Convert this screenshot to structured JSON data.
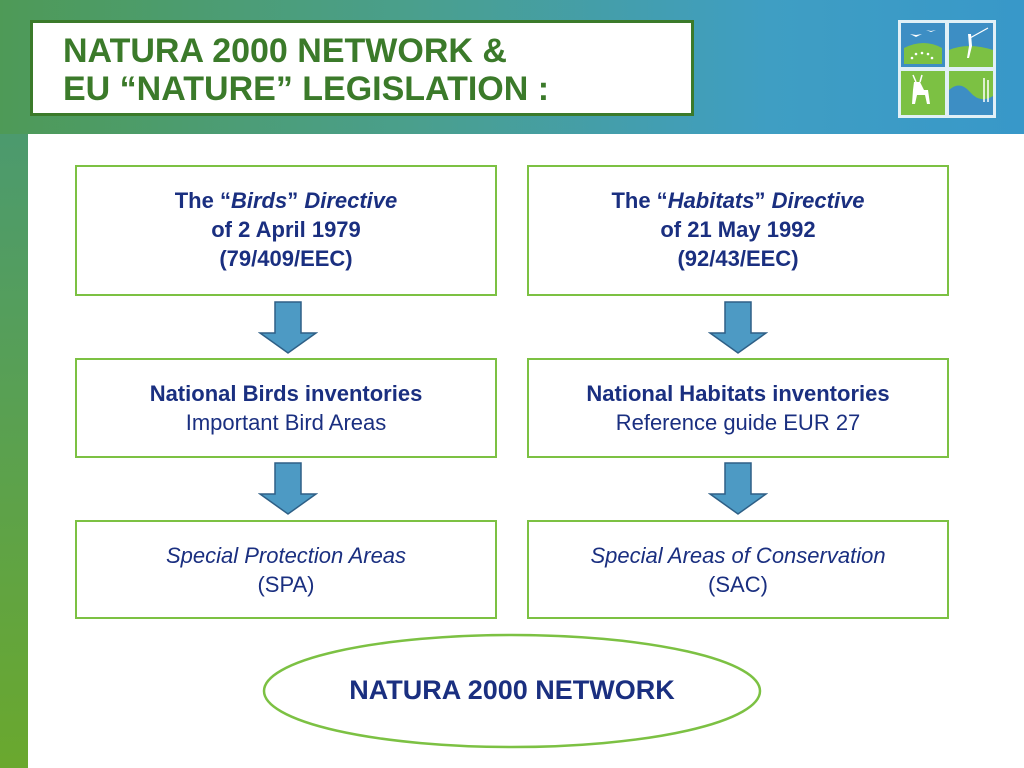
{
  "title": {
    "line1": "NATURA 2000 NETWORK  &",
    "line2": "EU “NATURE” LEGISLATION :"
  },
  "logo": {
    "icons": [
      "bird-icon",
      "eu-stars-icon",
      "angler-icon",
      "deer-icon",
      "wetland-icon"
    ]
  },
  "left_column": {
    "directive": {
      "the": "The “",
      "name": "Birds",
      "quote_close": "”",
      "word": " Directive",
      "date": "of 2 April 1979",
      "code": "(79/409/EEC)"
    },
    "inventory": {
      "title": "National Birds inventories",
      "subtitle": "Important Bird Areas"
    },
    "area": {
      "name": "Special Protection Areas",
      "abbr": "(SPA)"
    }
  },
  "right_column": {
    "directive": {
      "the": "The “",
      "name": "Habitats",
      "quote_close": "”",
      "word": " Directive",
      "date": "of 21 May 1992",
      "code": "(92/43/EEC)"
    },
    "inventory": {
      "title": "National Habitats inventories",
      "subtitle": "Reference guide EUR 27"
    },
    "area": {
      "name": "Special Areas of Conservation",
      "abbr": "(SAC)"
    }
  },
  "network": {
    "label": "NATURA 2000 NETWORK"
  },
  "colors": {
    "title_green": "#3b7a2a",
    "box_border": "#7cc143",
    "text_navy": "#1a2f80",
    "arrow_fill": "#4d9ac4"
  }
}
